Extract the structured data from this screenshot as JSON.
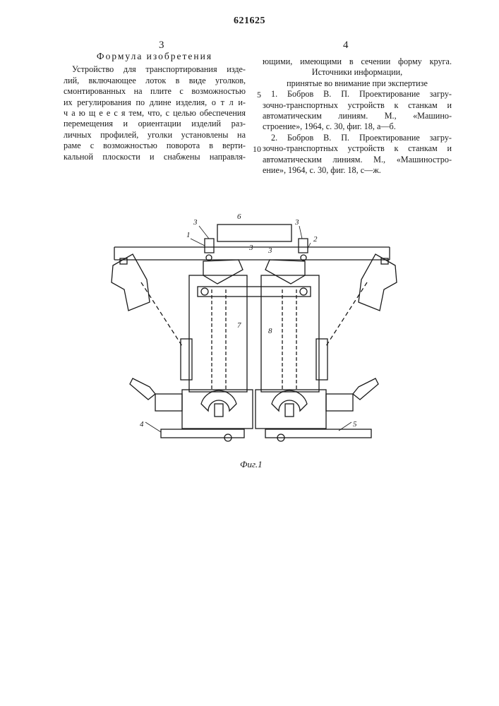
{
  "patent_number": "621625",
  "column_numbers": {
    "left": "3",
    "right": "4"
  },
  "line_numbers": {
    "n5": "5",
    "n10": "10"
  },
  "left_column": {
    "heading": "Формула изобретения",
    "lines": [
      "Устройство для транспортирования изде-",
      "лий, включающее  лоток в виде уголков,",
      "смонтированных на плите с возможностью",
      "их регулирования по длине изделия, о т л и-",
      "ч а ю щ е е с я тем, что, с целью обеспечения",
      "перемещения и ориентации изделий раз-",
      "личных профилей, уголки установлены на",
      "раме с возможностью поворота в верти-",
      "кальной плоскости и снабжены направля-"
    ]
  },
  "right_column": {
    "lines": [
      "ющими, имеющими в сечении форму круга.",
      "Источники информации,",
      "принятые во внимание при экспертизе",
      "1. Бобров В. П. Проектирование загру-",
      "зочно-транспортных устройств к станкам и",
      "автоматическим линиям.    М.,    «Машино-",
      "строение», 1964, с. 30, фиг. 18, а—б.",
      "2. Бобров В. П. Проектирование загру-",
      "зочно-транспортных устройств к станкам и",
      "автоматическим линиям. М., «Машиностро-",
      "ение», 1964, с. 30, фиг. 18, с—ж."
    ]
  },
  "figure": {
    "caption": "Фиг.1",
    "labels": {
      "l1": "1",
      "l2": "2",
      "l3a": "3",
      "l3b": "3",
      "l3c": "3",
      "l3d": "3",
      "l4": "4",
      "l5": "5",
      "l6": "6",
      "l7": "7",
      "l8": "8"
    }
  }
}
